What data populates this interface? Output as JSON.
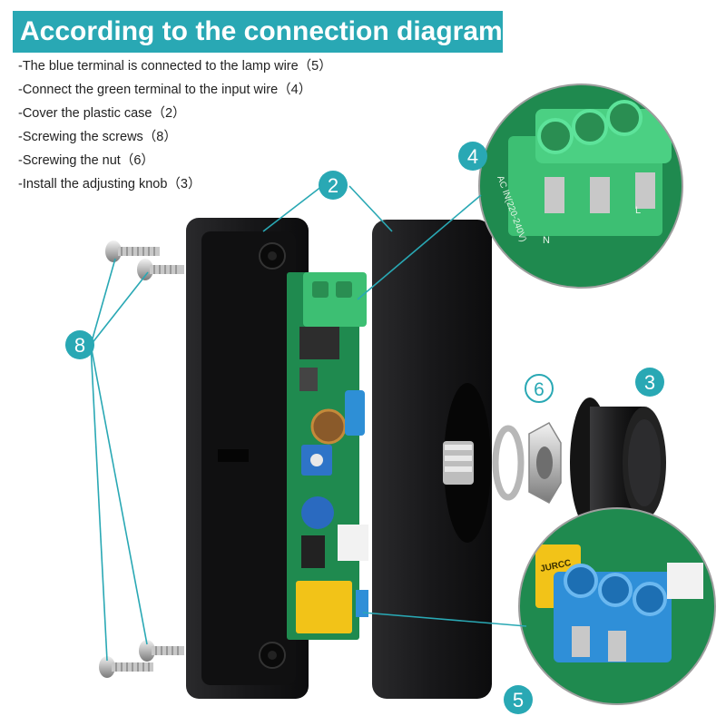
{
  "title": "According to the connection diagram",
  "steps": [
    "-The blue terminal is connected to the lamp wire（5）",
    "-Connect the green terminal to the input wire（4）",
    "-Cover the plastic case（2）",
    "-Screwing the screws（8）",
    "-Screwing the nut（6）",
    "-Install the adjusting knob（3）"
  ],
  "callouts": {
    "case": "2",
    "knob": "3",
    "green_terminal": "4",
    "blue_terminal": "5",
    "nut": "6",
    "screws": "8"
  },
  "board_markings": {
    "green_terminal_label": "AC IN(220-240V)",
    "polarity_n": "N",
    "polarity_l": "L",
    "blue_terminal_brand": "JURCC"
  },
  "colors": {
    "accent": "#29a8b4",
    "green_terminal": "#3dbf73",
    "blue_terminal": "#2f8fd8",
    "pcb": "#1f8a4f",
    "case": "#1c1c1e"
  }
}
